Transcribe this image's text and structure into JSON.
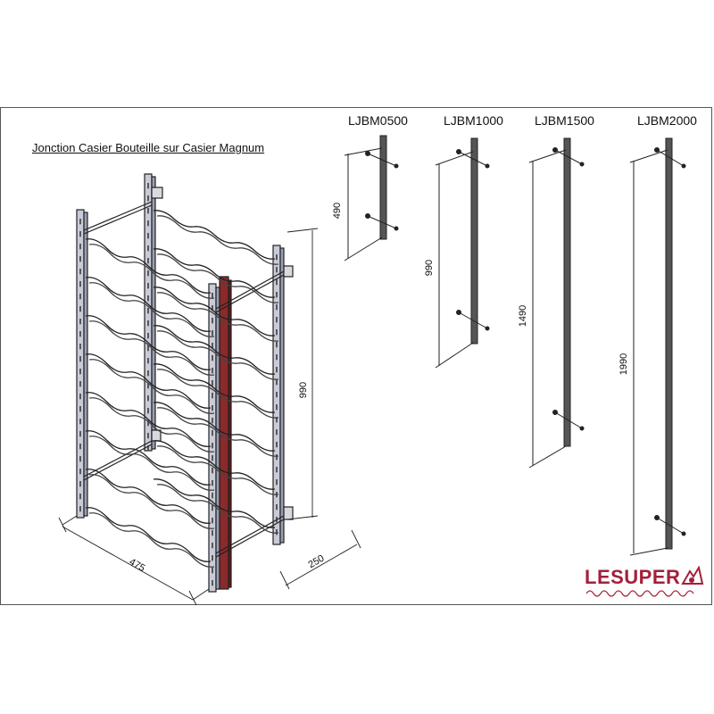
{
  "title": "Jonction Casier Bouteille sur Casier Magnum",
  "rack": {
    "width_label": "475",
    "depth_label": "250",
    "height_label": "990"
  },
  "uprights": [
    {
      "code": "LJBM0500",
      "dim": "490"
    },
    {
      "code": "LJBM1000",
      "dim": "990"
    },
    {
      "code": "LJBM1500",
      "dim": "1490"
    },
    {
      "code": "LJBM2000",
      "dim": "1990"
    }
  ],
  "logo": {
    "text": "LESUPER",
    "brand_color": "#a3203a"
  },
  "colors": {
    "accent_upright": "#8b2a2a",
    "line": "#222222"
  }
}
